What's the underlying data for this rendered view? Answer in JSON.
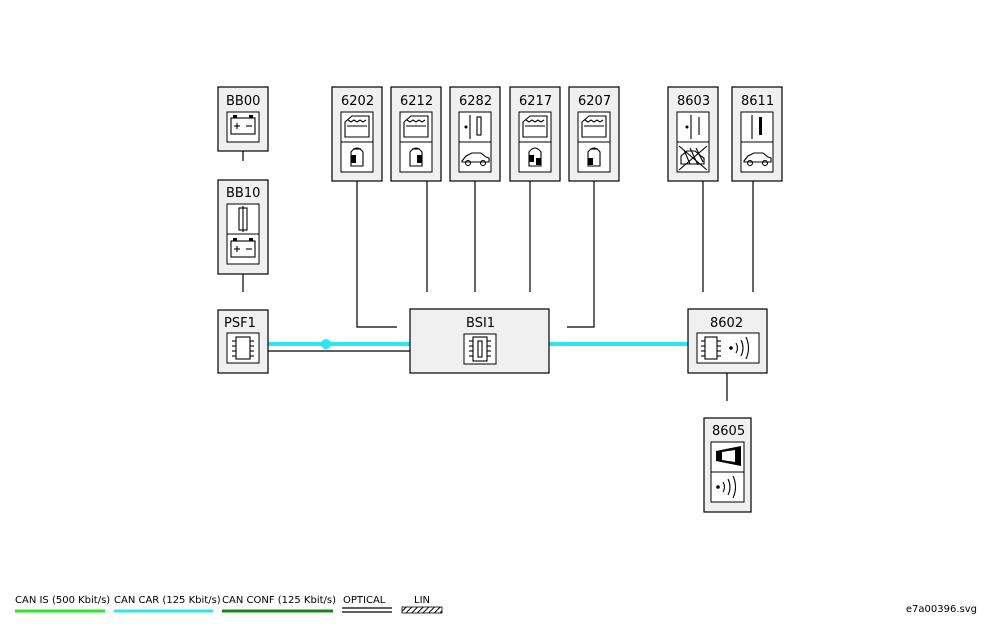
{
  "modules": {
    "bb00": "BB00",
    "bb10": "BB10",
    "psf1": "PSF1",
    "m6202": "6202",
    "m6212": "6212",
    "m6282": "6282",
    "m6217": "6217",
    "m6207": "6207",
    "m8603": "8603",
    "m8611": "8611",
    "bsi1": "BSI1",
    "m8602": "8602",
    "m8605": "8605"
  },
  "legend": {
    "can_is": {
      "label": "CAN IS (500 Kbit/s)",
      "color": "#2ee62e"
    },
    "can_car": {
      "label": "CAN CAR (125 Kbit/s)",
      "color": "#29e6f0"
    },
    "can_conf": {
      "label": "CAN CONF (125 Kbit/s)",
      "color": "#138a13"
    },
    "optical": {
      "label": "OPTICAL"
    },
    "lin": {
      "label": "LIN"
    }
  },
  "filename": "e7a00396.svg"
}
